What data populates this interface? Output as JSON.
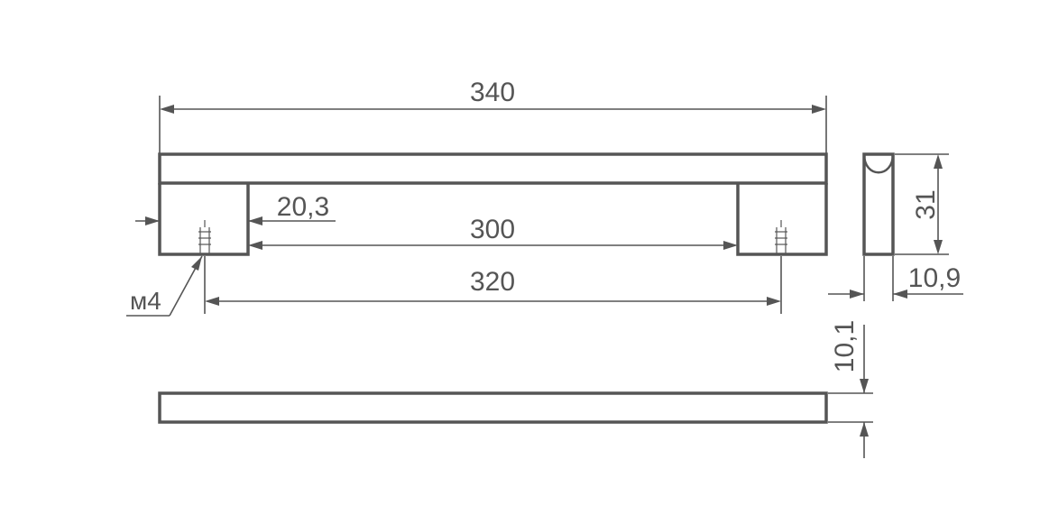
{
  "dimensions": {
    "overall_length": "340",
    "end_width": "20,3",
    "inner_length": "300",
    "hole_spacing": "320",
    "thread": "м4",
    "height": "31",
    "depth": "10,9",
    "thickness": "10,1"
  },
  "colors": {
    "line": "#555555",
    "background": "#ffffff"
  }
}
